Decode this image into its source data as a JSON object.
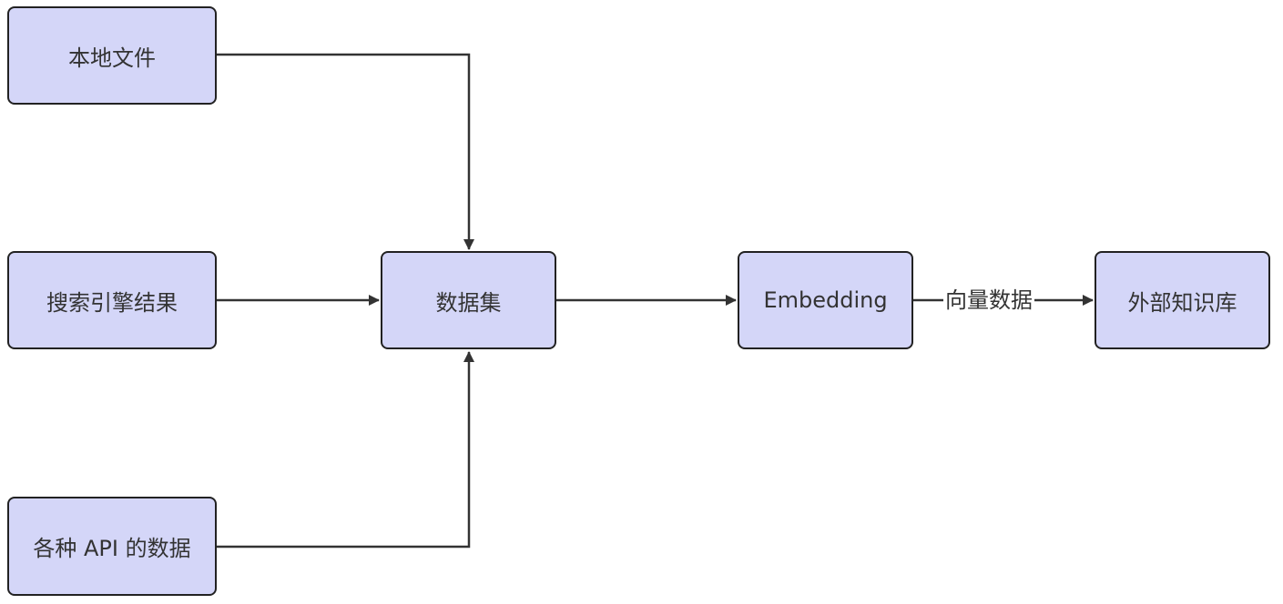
{
  "diagram": {
    "nodes": {
      "local_files": "本地文件",
      "search_results": "搜索引擎结果",
      "api_data": "各种 API 的数据",
      "dataset": "数据集",
      "embedding": "Embedding",
      "knowledge_base": "外部知识库"
    },
    "edges": {
      "embedding_to_kb_label": "向量数据"
    },
    "colors": {
      "node_fill": "#d4d6f8",
      "node_border": "#222222",
      "edge": "#333333",
      "text": "#333333"
    }
  }
}
